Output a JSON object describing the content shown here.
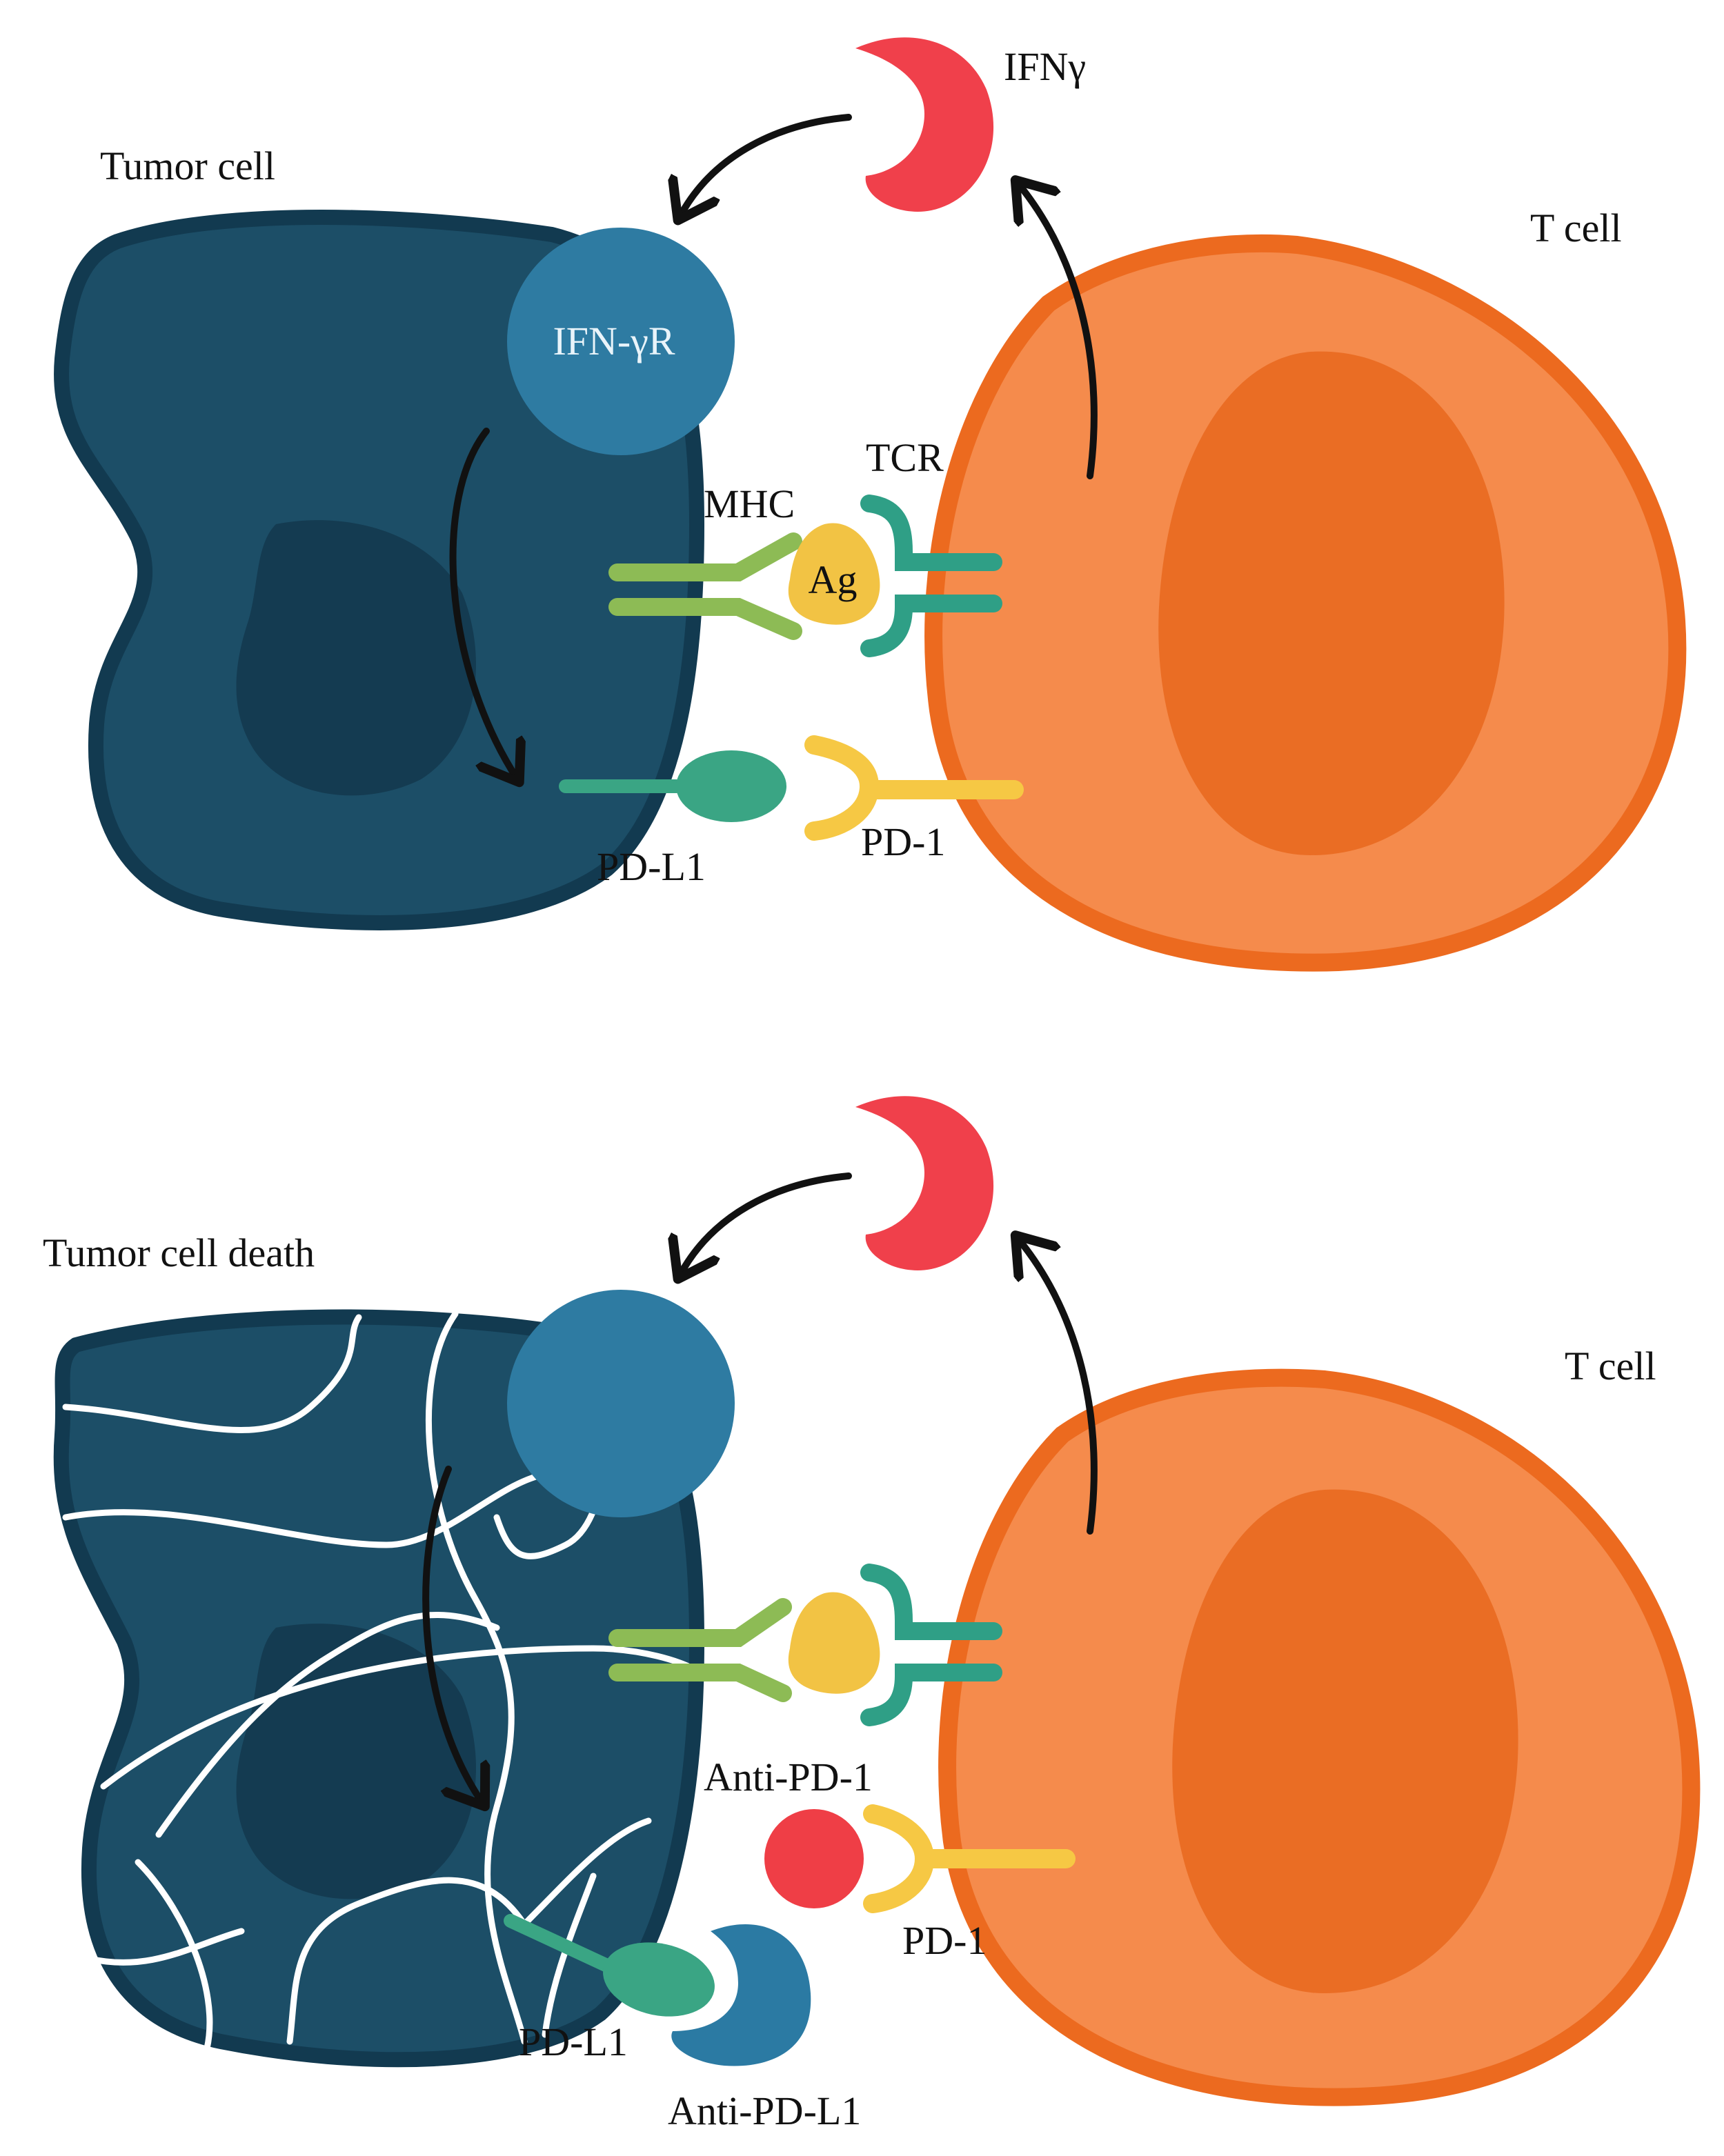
{
  "colors": {
    "tumor_fill": "#1c4e67",
    "tumor_edge": "#123a50",
    "tumor_nucleus": "#143b51",
    "receptor": "#2e7ba2",
    "ifn": "#f0404b",
    "tcell_fill": "#f58b4c",
    "tcell_edge": "#ec6a1f",
    "tcell_nucleus": "#ea6d24",
    "mhc": "#8dbb55",
    "tcr": "#2f9f86",
    "antigen": "#f2c344",
    "pdl1": "#3aa584",
    "pd1": "#f6c844",
    "anti_pd1": "#ef3e46",
    "anti_pdl1": "#2b7aa3"
  },
  "top": {
    "tumor_label": "Tumor cell",
    "tcell_label": "T cell",
    "ifn_label": "IFNγ",
    "receptor_label": "IFN-γR",
    "mhc_label": "MHC",
    "tcr_label": "TCR",
    "ag_label": "Ag",
    "pdl1_label": "PD-L1",
    "pd1_label": "PD-1"
  },
  "bottom": {
    "tumor_label": "Tumor cell death",
    "tcell_label": "T cell",
    "anti_pd1_label": "Anti-PD-1",
    "pd1_label": "PD-1",
    "pdl1_label": "PD-L1",
    "anti_pdl1_label": "Anti-PD-L1"
  }
}
